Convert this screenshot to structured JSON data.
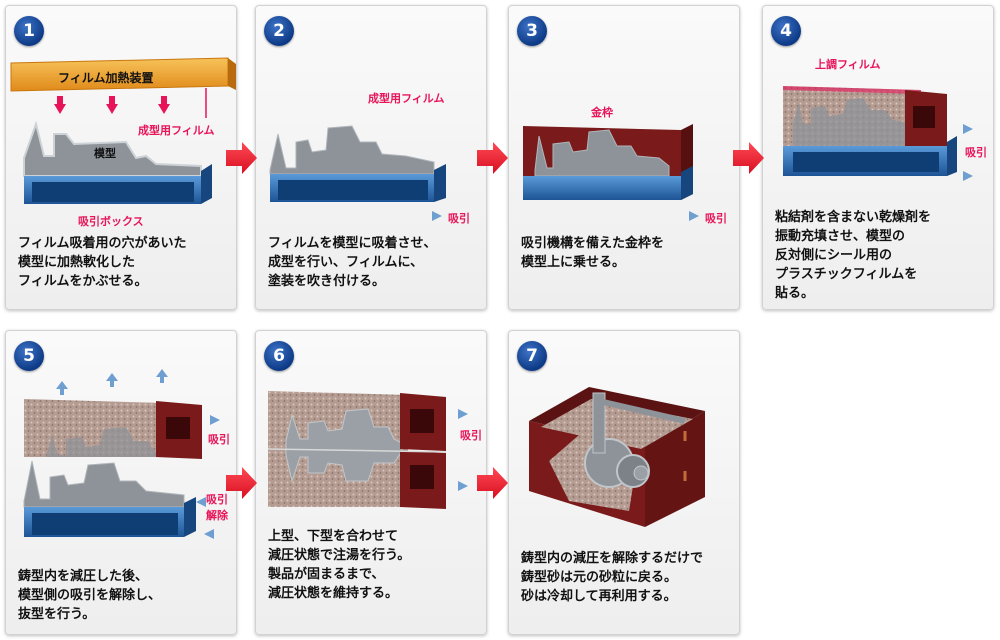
{
  "steps": [
    {
      "num": "1",
      "caption": [
        "フィルム吸着用の穴があいた",
        "模型に加熱軟化した",
        "フィルムをかぶせる。"
      ],
      "labels": {
        "heater": "フィルム加熱装置",
        "film": "成型用フィルム",
        "model": "模型",
        "box": "吸引ボックス"
      }
    },
    {
      "num": "2",
      "caption": [
        "フィルムを模型に吸着させ、",
        "成型を行い、フィルムに、",
        "塗装を吹き付ける。"
      ],
      "labels": {
        "film": "成型用フィルム",
        "suction": "吸引"
      }
    },
    {
      "num": "3",
      "caption": [
        "吸引機構を備えた金枠を",
        "模型上に乗せる。"
      ],
      "labels": {
        "frame": "金枠",
        "suction": "吸引"
      }
    },
    {
      "num": "4",
      "caption": [
        "粘結剤を含まない乾燥剤を",
        "振動充填させ、模型の",
        "反対側にシール用の",
        "プラスチックフィルムを",
        "貼る。"
      ],
      "labels": {
        "topfilm": "上調フィルム",
        "suction": "吸引"
      }
    },
    {
      "num": "5",
      "caption": [
        "鋳型内を減圧した後、",
        "模型側の吸引を解除し、",
        "抜型を行う。"
      ],
      "labels": {
        "suction": "吸引",
        "release1": "吸引",
        "release2": "解除"
      }
    },
    {
      "num": "6",
      "caption": [
        "上型、下型を合わせて",
        "減圧状態で注湯を行う。",
        "製品が固まるまで、",
        "減圧状態を維持する。"
      ],
      "labels": {
        "suction": "吸引"
      }
    },
    {
      "num": "7",
      "caption": [
        "鋳型内の減圧を解除するだけで",
        "鋳型砂は元の砂粒に戻る。",
        "砂は冷却して再利用する。"
      ],
      "labels": {}
    }
  ],
  "colors": {
    "accent": "#e8145a",
    "badge": "#0d3a86",
    "arrow": "#ee1c2e",
    "box": "#2f6fb5",
    "frame": "#7a1a1a",
    "sand": "#b89a8a",
    "model": "#9aa0a6"
  }
}
